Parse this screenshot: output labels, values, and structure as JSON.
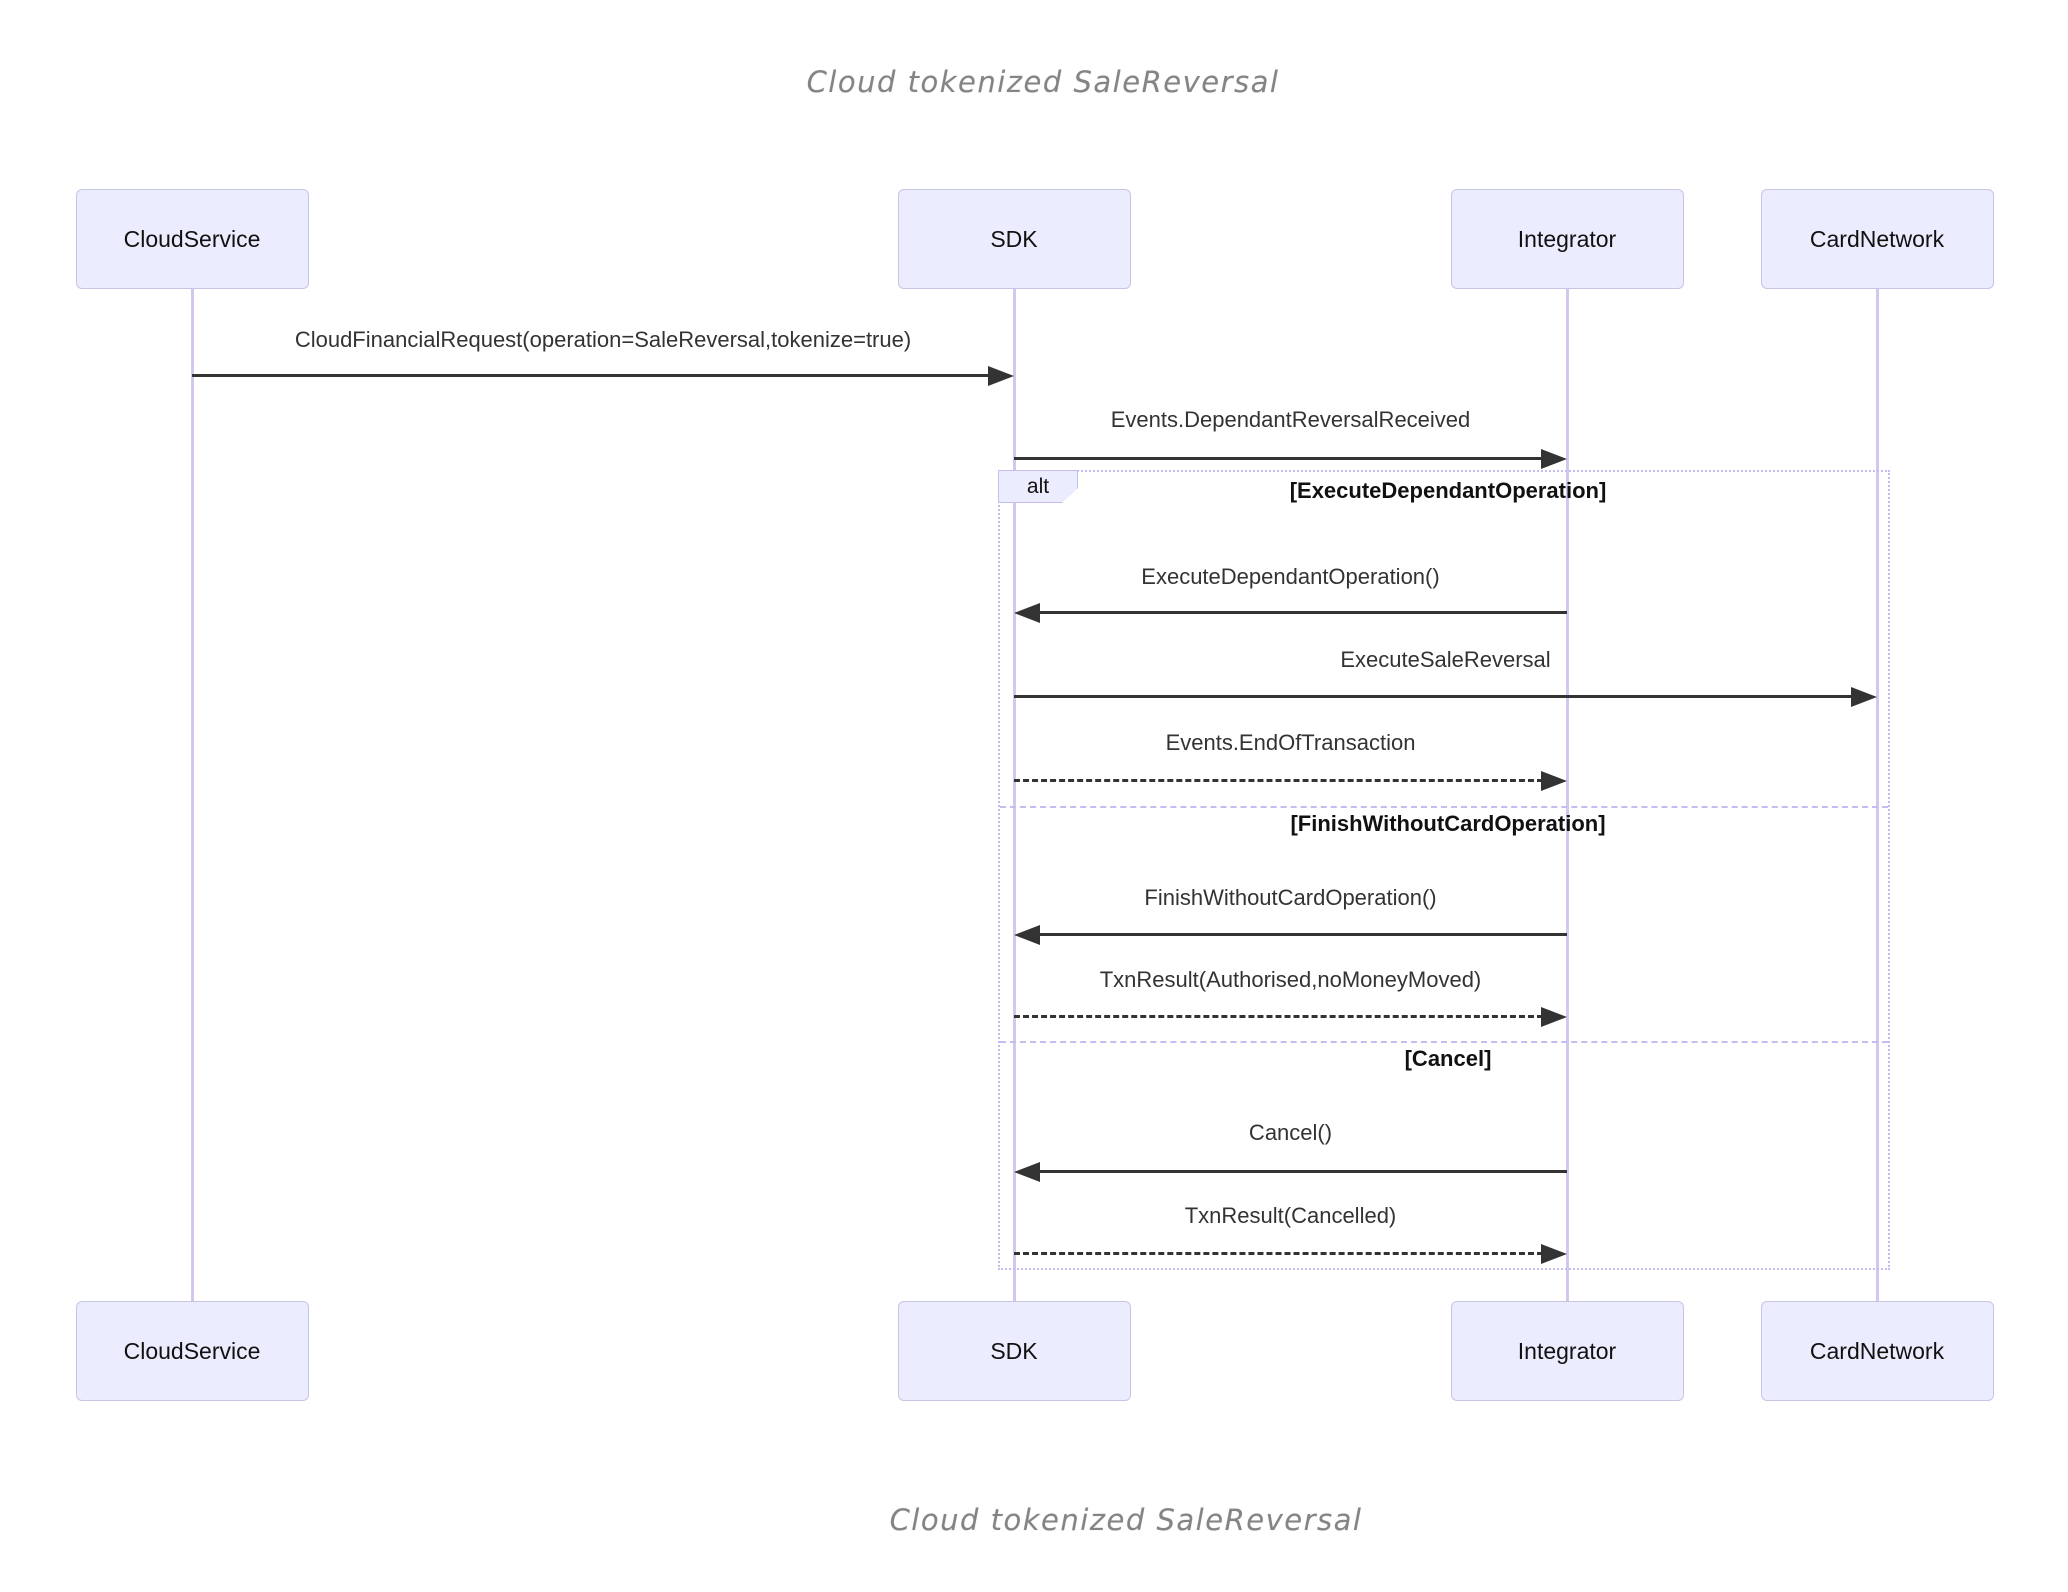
{
  "title": "Cloud tokenized SaleReversal",
  "participants": [
    {
      "id": "CloudService",
      "label": "CloudService"
    },
    {
      "id": "SDK",
      "label": "SDK"
    },
    {
      "id": "Integrator",
      "label": "Integrator"
    },
    {
      "id": "CardNetwork",
      "label": "CardNetwork"
    }
  ],
  "alt": {
    "operator": "alt",
    "conditions": [
      "[ExecuteDependantOperation]",
      "[FinishWithoutCardOperation]",
      "[Cancel]"
    ]
  },
  "messages": [
    {
      "from": "CloudService",
      "to": "SDK",
      "text": "CloudFinancialRequest(operation=SaleReversal,tokenize=true)",
      "line": "solid"
    },
    {
      "from": "SDK",
      "to": "Integrator",
      "text": "Events.DependantReversalReceived",
      "line": "solid"
    },
    {
      "from": "Integrator",
      "to": "SDK",
      "text": "ExecuteDependantOperation()",
      "line": "solid"
    },
    {
      "from": "SDK",
      "to": "CardNetwork",
      "text": "ExecuteSaleReversal",
      "line": "solid"
    },
    {
      "from": "SDK",
      "to": "Integrator",
      "text": "Events.EndOfTransaction",
      "line": "dashed"
    },
    {
      "from": "Integrator",
      "to": "SDK",
      "text": "FinishWithoutCardOperation()",
      "line": "solid"
    },
    {
      "from": "SDK",
      "to": "Integrator",
      "text": "TxnResult(Authorised,noMoneyMoved)",
      "line": "dashed"
    },
    {
      "from": "Integrator",
      "to": "SDK",
      "text": "Cancel()",
      "line": "solid"
    },
    {
      "from": "SDK",
      "to": "Integrator",
      "text": "TxnResult(Cancelled)",
      "line": "dashed"
    }
  ],
  "colors": {
    "actor_fill": "#ECECFF",
    "actor_border": "#c8c4e4",
    "lifeline": "#d5c6ee",
    "frame_border": "#c5bdf0",
    "arrow": "#333333",
    "message_text": "#333333",
    "condition_text": "#111111",
    "title_text": "#848484"
  }
}
